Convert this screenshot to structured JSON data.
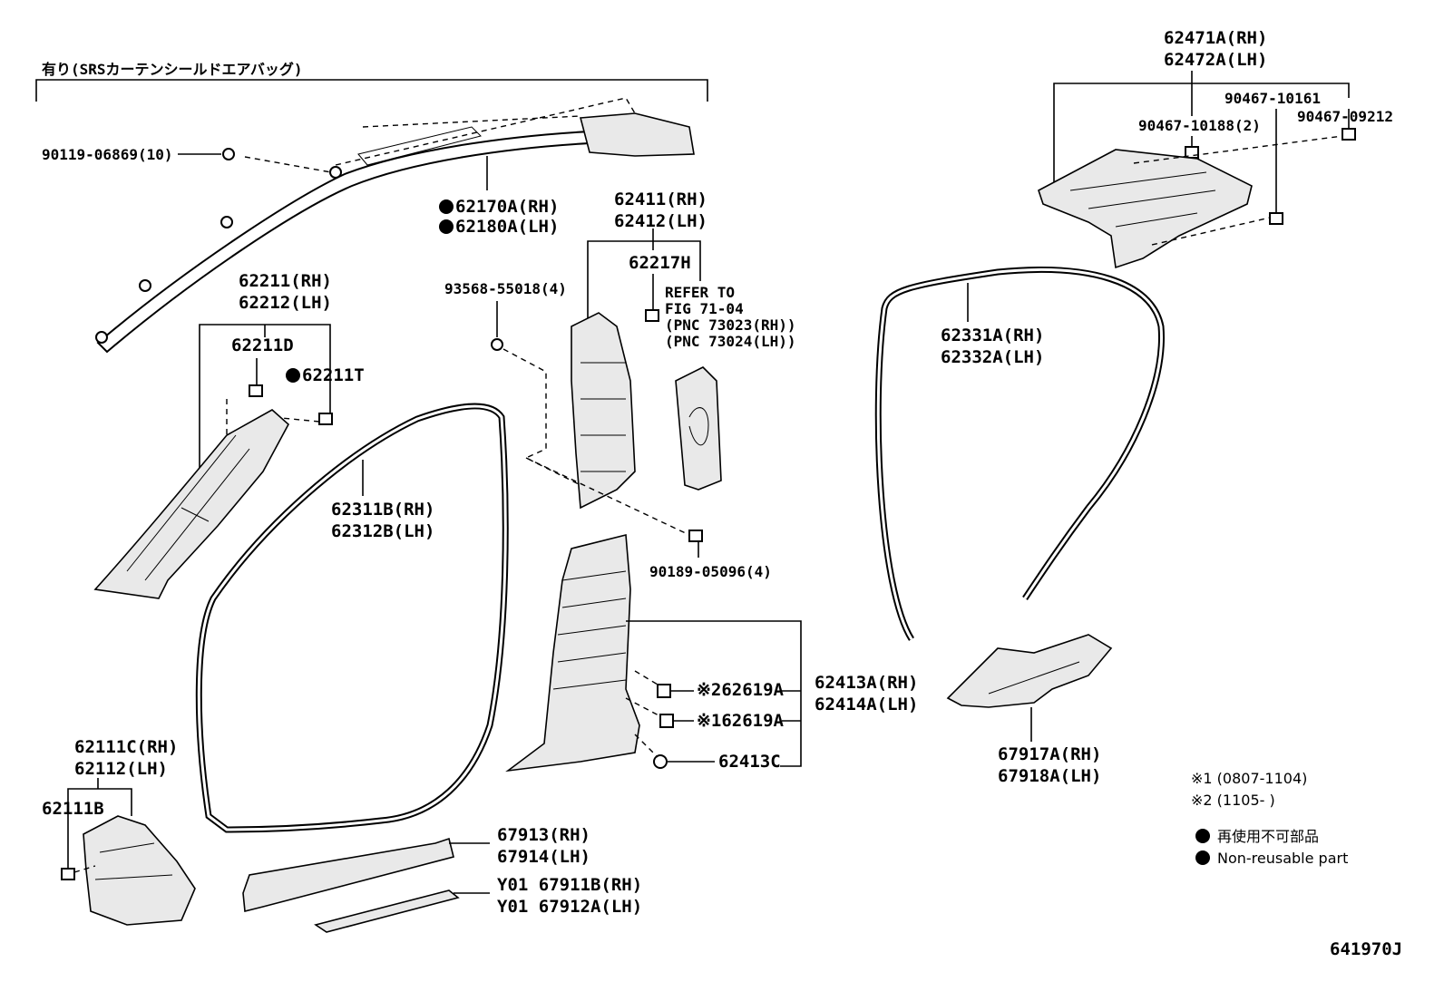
{
  "header": {
    "srs_note": "有り(SRSカーテンシールドエアバッグ)"
  },
  "parts": {
    "p90119": "90119-06869(10)",
    "p62170": "62170A(RH)",
    "p62180": "62180A(LH)",
    "p62211rh": "62211(RH)",
    "p62212lh": "62212(LH)",
    "p62211d": "62211D",
    "p62211t": "62211T",
    "p62411rh": "62411(RH)",
    "p62412lh": "62412(LH)",
    "p62217h": "62217H",
    "p93568": "93568-55018(4)",
    "refer1": "REFER TO",
    "refer2": "FIG 71-04",
    "refer3": "(PNC 73023(RH))",
    "refer4": "(PNC 73024(LH))",
    "p62311": "62311B(RH)",
    "p62312": "62312B(LH)",
    "p90189": "90189-05096(4)",
    "p62471": "62471A(RH)",
    "p62472": "62472A(LH)",
    "p90467a": "90467-10161",
    "p90467b": "90467-10188(2)",
    "p90467c": "90467-09212",
    "p62331": "62331A(RH)",
    "p62332": "62332A(LH)",
    "p62619a2": "※262619A",
    "p62619a1": "※162619A",
    "p62413rh": "62413A(RH)",
    "p62414lh": "62414A(LH)",
    "p62413c": "62413C",
    "p62111": "62111C(RH)",
    "p62112": "62112(LH)",
    "p62111b": "62111B",
    "p67913": "67913(RH)",
    "p67914": "67914(LH)",
    "p67911": "Y01 67911B(RH)",
    "p67912": "Y01 67912A(LH)",
    "p67917": "67917A(RH)",
    "p67918": "67918A(LH)"
  },
  "notes": {
    "note1": "※1 (0807-1104)",
    "note2": "※2 (1105-      )",
    "legend_jp": "再使用不可部品",
    "legend_en": "Non-reusable part"
  },
  "figure_id": "641970J"
}
